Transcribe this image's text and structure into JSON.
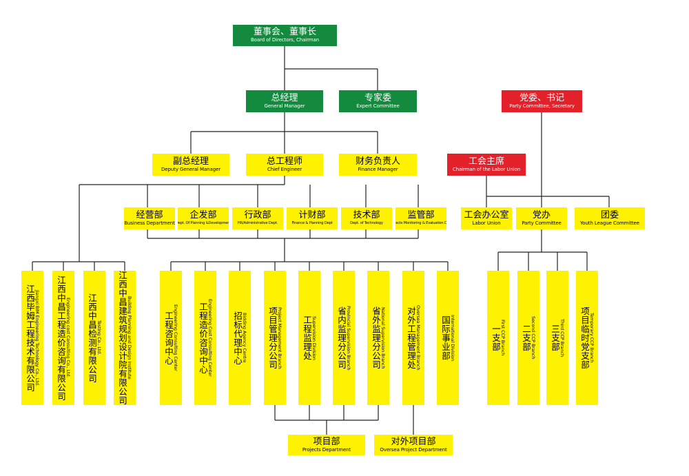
{
  "board": {
    "cn": "董事会、董事长",
    "en": "Board of Directors, Chairman"
  },
  "gm": {
    "cn": "总经理",
    "en": "General Manager"
  },
  "expert": {
    "cn": "专家委",
    "en": "Expert Committee"
  },
  "party": {
    "cn": "党委、书记",
    "en": "Party Committee, Secretary"
  },
  "deputy_gm": {
    "cn": "副总经理",
    "en": "Deputy General Manager"
  },
  "chief_engineer": {
    "cn": "总工程师",
    "en": "Chief Engineer"
  },
  "finance_manager": {
    "cn": "财务负责人",
    "en": "Finance Manager"
  },
  "labor_union_chair": {
    "cn": "工会主席",
    "en": "Chairman of the Labor Union"
  },
  "departments": [
    {
      "cn": "经营部",
      "en": "Business Department"
    },
    {
      "cn": "企发部",
      "en": "Dept. Of Planning &Development"
    },
    {
      "cn": "行政部",
      "en": "HR/Administrative Dept."
    },
    {
      "cn": "计财部",
      "en": "Finance & Planning Dept"
    },
    {
      "cn": "技术部",
      "en": "Dept. of Technology"
    },
    {
      "cn": "监管部",
      "en": "Projects Monitoring & Evaluation Dept"
    }
  ],
  "labor_union_office": {
    "cn": "工会办公室",
    "en": "Labor Union"
  },
  "party_office": {
    "cn": "党办",
    "en": "Party Committee"
  },
  "youth_league": {
    "cn": "团委",
    "en": "Youth League Committee"
  },
  "subsidiaries": [
    {
      "cn": "江西毕姆工程技术有限公司",
      "en": "Jiangxi BIM Engineering Technology Co., Ltd."
    },
    {
      "cn": "江西中昌工程造价咨询有限公司",
      "en": "Engineering cost Consulting Co., Ltd."
    },
    {
      "cn": "江西中昌检测有限公司",
      "en": "Testing Co., Ltd."
    },
    {
      "cn": "江西中昌建筑规划设计院有限公司",
      "en": "Building Planning and Design Institute"
    }
  ],
  "centers": [
    {
      "cn": "工程咨询中心",
      "en": "Engineering Consulting Center"
    },
    {
      "cn": "工程造价咨询中心",
      "en": "Engineering Cost Consulting Center"
    },
    {
      "cn": "招标代理中心",
      "en": "Bidding Agency Centre"
    },
    {
      "cn": "项目管理分公司",
      "en": "Project Management Branch"
    },
    {
      "cn": "工程监理处",
      "en": "Supervision Division"
    },
    {
      "cn": "省内监理分公司",
      "en": "Provincial Supervision Branch"
    },
    {
      "cn": "省外监理分公司",
      "en": "National Supervision Branch"
    },
    {
      "cn": "对外工程管理处",
      "en": "Oversea Management Branch"
    },
    {
      "cn": "国际事业部",
      "en": "International Division"
    }
  ],
  "ccp_branches": [
    {
      "cn": "一支部",
      "en": "First CCP Branch"
    },
    {
      "cn": "二支部",
      "en": "Second CCP Branch"
    },
    {
      "cn": "三支部",
      "en": "Third CCP Branch"
    },
    {
      "cn": "项目临时党支部",
      "en": "Temporary CCP Branch"
    }
  ],
  "projects_dept": {
    "cn": "项目部",
    "en": "Projects Department"
  },
  "oversea_project_dept": {
    "cn": "对外项目部",
    "en": "Oversea Project Department"
  },
  "colors": {
    "management": "#138a3e",
    "party": "#e2212b",
    "unit": "#fff200",
    "connector": "#222222"
  }
}
